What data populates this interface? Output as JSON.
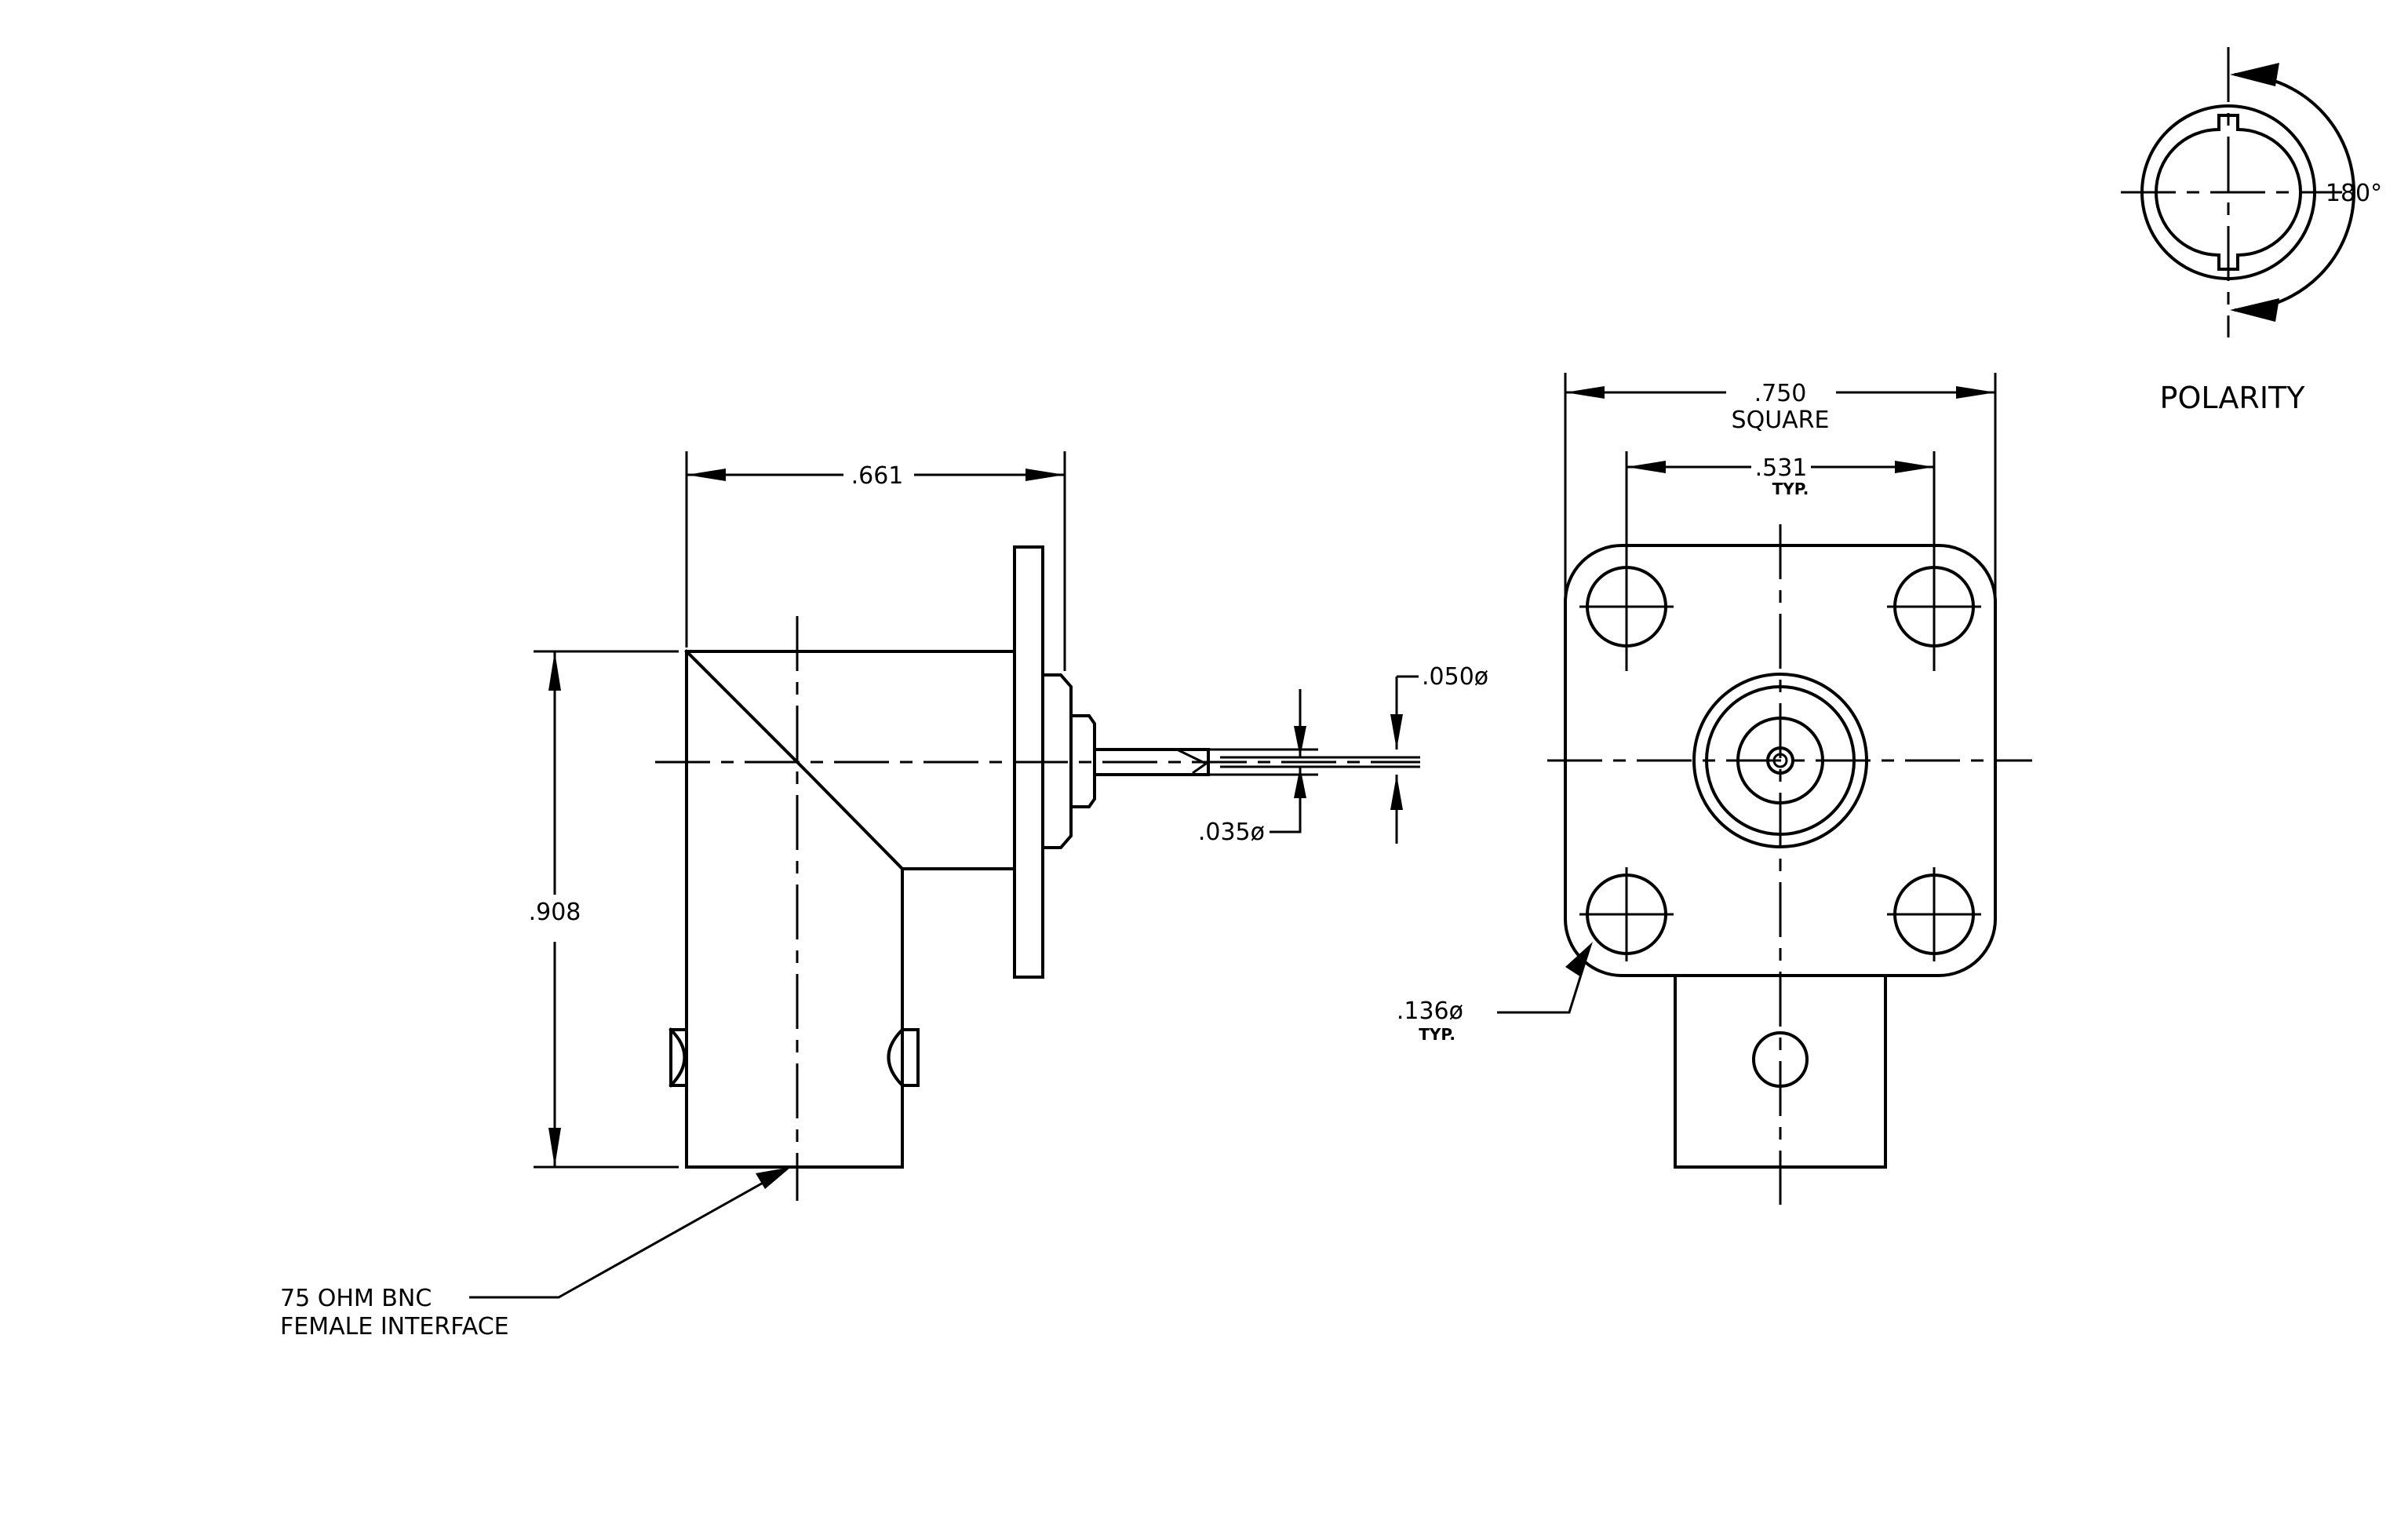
{
  "side_view": {
    "dim_length": ".661",
    "dim_height": ".908",
    "dim_pin_outer": ".050ø",
    "dim_pin_inner": ".035ø",
    "callout_line1": "75 OHM BNC",
    "callout_line2": "FEMALE INTERFACE"
  },
  "front_view": {
    "dim_square": ".750",
    "dim_square_note": "SQUARE",
    "dim_hole_spacing": ".531",
    "dim_hole_spacing_note": "TYP.",
    "dim_hole_dia": ".136ø",
    "dim_hole_dia_note": "TYP."
  },
  "polarity_view": {
    "angle": "180°",
    "title": "POLARITY"
  }
}
